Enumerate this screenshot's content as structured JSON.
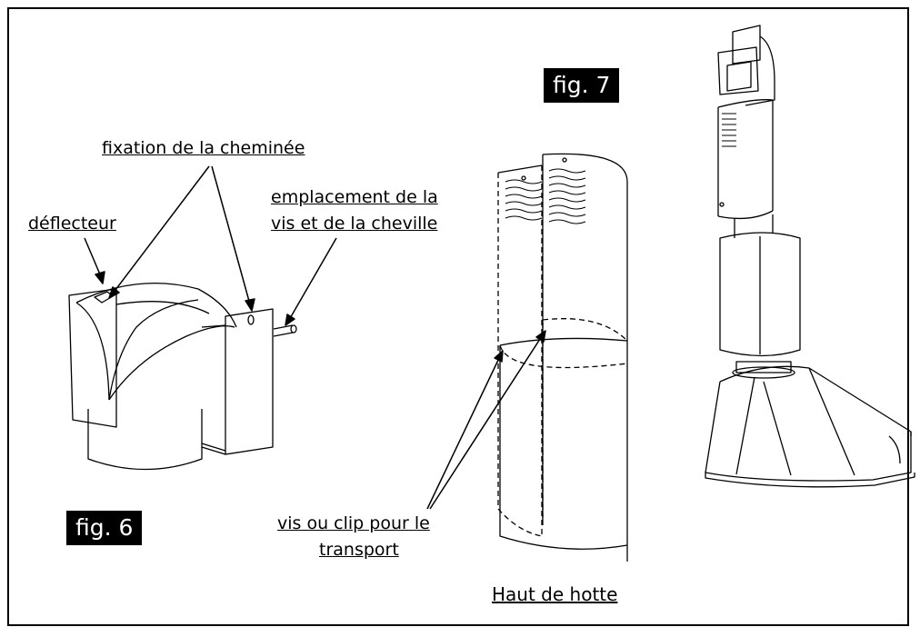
{
  "labels": {
    "fixation": "fixation de la cheminée",
    "emplacement_line1": "emplacement de la",
    "emplacement_line2": "vis et de la cheville",
    "deflecteur": "déflecteur",
    "vis_clip_line1": "vis ou clip pour le",
    "vis_clip_line2": "transport",
    "haut_de_hotte": "Haut de hotte"
  },
  "figures": {
    "fig6": "fig. 6",
    "fig7": "fig. 7"
  }
}
